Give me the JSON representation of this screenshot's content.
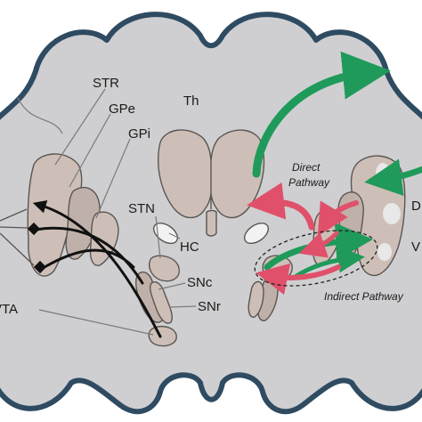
{
  "labels": {
    "str": "STR",
    "gpe": "GPe",
    "gpi": "GPi",
    "th": "Th",
    "stn": "STN",
    "hc": "HC",
    "snc": "SNc",
    "snr": "SNr",
    "vta": "VTA",
    "direct": "Direct",
    "pathway": "Pathway",
    "indirect": "Indirect Pathway",
    "d_partial": "D",
    "v_partial": "V"
  },
  "colors": {
    "brain_fill": "#cfcfd1",
    "brain_outline": "#2f4b62",
    "nucleus": "#cdbfb7",
    "green_arrow": "#1f9a5a",
    "red_arrow": "#e0506a",
    "black_arrow": "#111111"
  }
}
